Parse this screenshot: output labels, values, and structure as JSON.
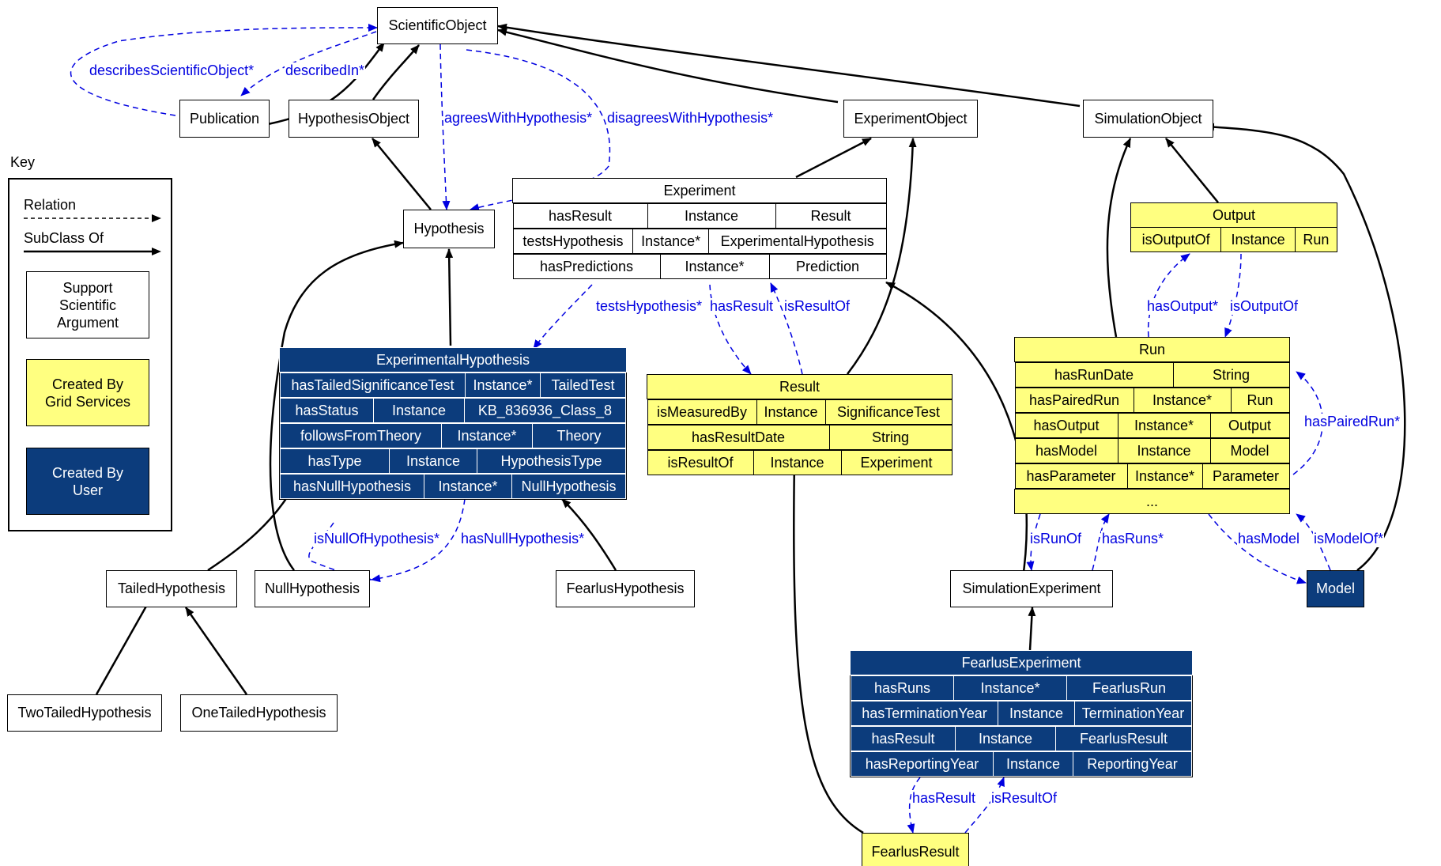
{
  "colors": {
    "user_fill": "#0c3c7c",
    "grid_fill": "#ffff80",
    "relation_edge": "#0000e0",
    "subclass_edge": "#000000"
  },
  "nodes": {
    "scientific_object": "ScientificObject",
    "publication": "Publication",
    "hypothesis_object": "HypothesisObject",
    "experiment_object": "ExperimentObject",
    "simulation_object": "SimulationObject",
    "hypothesis": "Hypothesis",
    "tailed_hypothesis": "TailedHypothesis",
    "null_hypothesis": "NullHypothesis",
    "fearlus_hypothesis": "FearlusHypothesis",
    "two_tailed_hypothesis": "TwoTailedHypothesis",
    "one_tailed_hypothesis": "OneTailedHypothesis",
    "simulation_experiment": "SimulationExperiment",
    "fearlus_result": "FearlusResult",
    "model": "Model"
  },
  "records": {
    "experiment": {
      "title": "Experiment",
      "rows": [
        [
          "hasResult",
          "Instance",
          "Result"
        ],
        [
          "testsHypothesis",
          "Instance*",
          "ExperimentalHypothesis"
        ],
        [
          "hasPredictions",
          "Instance*",
          "Prediction"
        ]
      ]
    },
    "experimental_hypothesis": {
      "title": "ExperimentalHypothesis",
      "rows": [
        [
          "hasTailedSignificanceTest",
          "Instance*",
          "TailedTest"
        ],
        [
          "hasStatus",
          "Instance",
          "KB_836936_Class_8"
        ],
        [
          "followsFromTheory",
          "Instance*",
          "Theory"
        ],
        [
          "hasType",
          "Instance",
          "HypothesisType"
        ],
        [
          "hasNullHypothesis",
          "Instance*",
          "NullHypothesis"
        ]
      ]
    },
    "result": {
      "title": "Result",
      "rows": [
        [
          "isMeasuredBy",
          "Instance",
          "SignificanceTest"
        ],
        [
          "hasResultDate",
          "String"
        ],
        [
          "isResultOf",
          "Instance",
          "Experiment"
        ]
      ]
    },
    "output": {
      "title": "Output",
      "rows": [
        [
          "isOutputOf",
          "Instance",
          "Run"
        ]
      ]
    },
    "run": {
      "title": "Run",
      "rows": [
        [
          "hasRunDate",
          "String"
        ],
        [
          "hasPairedRun",
          "Instance*",
          "Run"
        ],
        [
          "hasOutput",
          "Instance*",
          "Output"
        ],
        [
          "hasModel",
          "Instance",
          "Model"
        ],
        [
          "hasParameter",
          "Instance*",
          "Parameter"
        ]
      ],
      "ellipsis": "..."
    },
    "fearlus_experiment": {
      "title": "FearlusExperiment",
      "rows": [
        [
          "hasRuns",
          "Instance*",
          "FearlusRun"
        ],
        [
          "hasTerminationYear",
          "Instance",
          "TerminationYear"
        ],
        [
          "hasResult",
          "Instance",
          "FearlusResult"
        ],
        [
          "hasReportingYear",
          "Instance",
          "ReportingYear"
        ]
      ]
    }
  },
  "edge_labels": {
    "describes_scientific_object": "describesScientificObject*",
    "described_in": "describedIn*",
    "agrees_with_hypothesis": "agreesWithHypothesis*",
    "disagrees_with_hypothesis": "disagreesWithHypothesis*",
    "tests_hypothesis": "testsHypothesis*",
    "has_result_exp": "hasResult",
    "is_result_of_exp": "isResultOf",
    "has_output": "hasOutput*",
    "is_output_of": "isOutputOf",
    "has_paired_run": "hasPairedRun*",
    "is_null_of_hypothesis": "isNullOfHypothesis*",
    "has_null_hypothesis": "hasNullHypothesis*",
    "is_run_of": "isRunOf",
    "has_runs": "hasRuns*",
    "has_model": "hasModel",
    "is_model_of": "isModelOf*",
    "has_result_fearlus": "hasResult",
    "is_result_of_fearlus": "isResultOf"
  },
  "key": {
    "title": "Key",
    "relation": "Relation",
    "subclass_of": "SubClass Of",
    "support": "Support\nScientific\nArgument",
    "grid": "Created By\nGrid Services",
    "user": "Created By\nUser"
  }
}
